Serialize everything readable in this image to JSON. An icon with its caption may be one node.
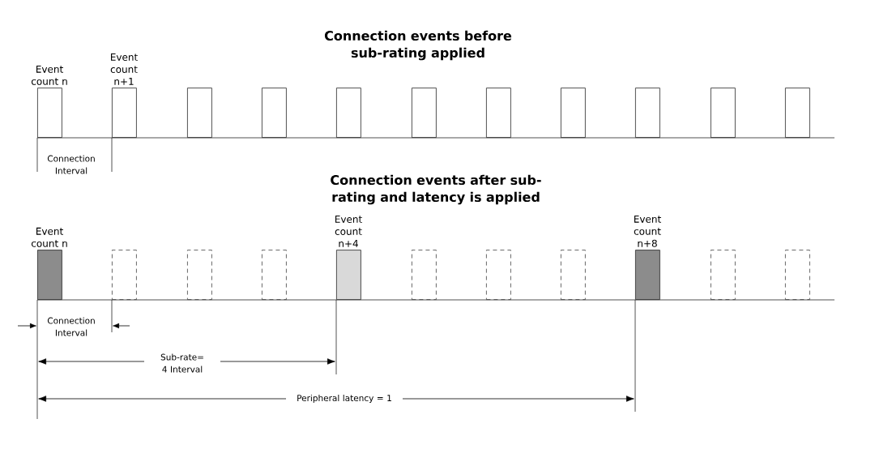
{
  "diagram": {
    "nodes": [
      {
        "text": [
          "Event count n"
        ]
      },
      {
        "text": [
          "Event count n+1"
        ]
      },
      {
        "text": [],
        "shape": "box"
      },
      {
        "text": [],
        "shape": "box"
      },
      {
        "text": [],
        "shape": "box"
      },
      {
        "text": [],
        "shape": "box"
      },
      {
        "text": [],
        "shape": "box"
      },
      {
        "text": [],
        "shape": "box"
      },
      {
        "text": [],
        "shape": "box"
      },
      {
        "text": [],
        "shape": "box"
      },
      {
        "text": [],
        "shape": "box"
      },
      {
        "text": [
          "Event count n"
        ]
      },
      {
        "text": [],
        "shape": "box"
      },
      {
        "text": [],
        "shape": "box"
      },
      {
        "text": [],
        "shape": "box"
      },
      {
        "text": [
          "Event count n+4"
        ]
      },
      {
        "text": [],
        "shape": "box"
      },
      {
        "text": [],
        "shape": "box"
      },
      {
        "text": [],
        "shape": "box"
      },
      {
        "text": [
          "Event count n+8"
        ]
      },
      {
        "text": [],
        "shape": "box"
      },
      {
        "text": [],
        "shape": "box"
      }
    ],
    "labels": [
      "Connection events before sub-rating applied",
      "Connection Interval",
      "Connection events after sub-rating and latency is applied",
      "Connection Interval",
      "Sub-rate= 4 Interval",
      "Peripheral latency = 1"
    ]
  }
}
